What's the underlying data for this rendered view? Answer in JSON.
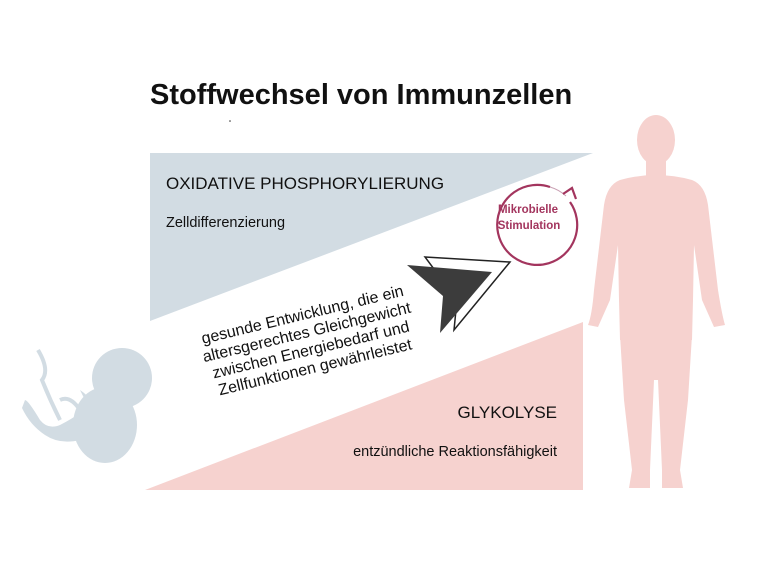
{
  "title": "Stoffwechsel von Immunzellen",
  "oxphos": {
    "heading": "OXIDATIVE PHOSPHORYLIERUNG",
    "sub": "Zelldifferenzierung"
  },
  "glycolysis": {
    "heading": "GLYKOLYSE",
    "sub": "entzündliche Reaktionsfähigkeit"
  },
  "stimulation": {
    "line1": "Mikrobielle",
    "line2": "Stimulation"
  },
  "balance_text": [
    "gesunde Entwicklung, die ein",
    "altersgerechtes Gleichgewicht",
    "zwischen Energiebedarf und",
    "Zellfunktionen gewährleistet"
  ],
  "colors": {
    "oxphos": "#d2dce3",
    "glycolysis": "#f6d2cf",
    "stimulation": "#a3355e",
    "arrow": "#3c3c3c",
    "human": "#f6d2cf",
    "fetus": "#d2dce3"
  },
  "icons": [
    "fetus-icon",
    "human-figure-icon",
    "direction-arrow-icon",
    "cycle-arrow-icon"
  ]
}
